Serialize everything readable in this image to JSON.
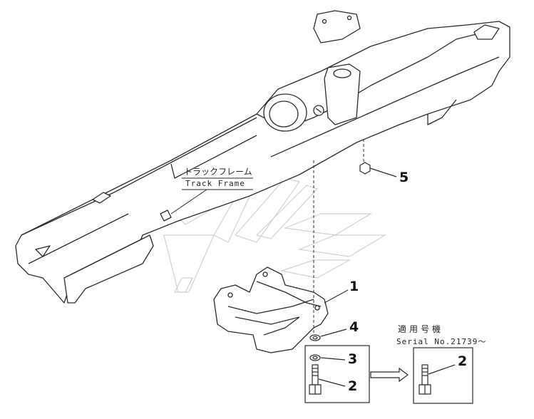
{
  "frame_label": {
    "japanese": "トラックフレーム",
    "english": "Track Frame"
  },
  "applicable_note": {
    "japanese": "適用号機",
    "serial": "Serial No.21739～"
  },
  "callouts": {
    "c1": "1",
    "c2a": "2",
    "c2b": "2",
    "c3": "3",
    "c4": "4",
    "c5": "5"
  },
  "colors": {
    "line": "#2a2a2a",
    "watermark": "#d0d0d0"
  }
}
